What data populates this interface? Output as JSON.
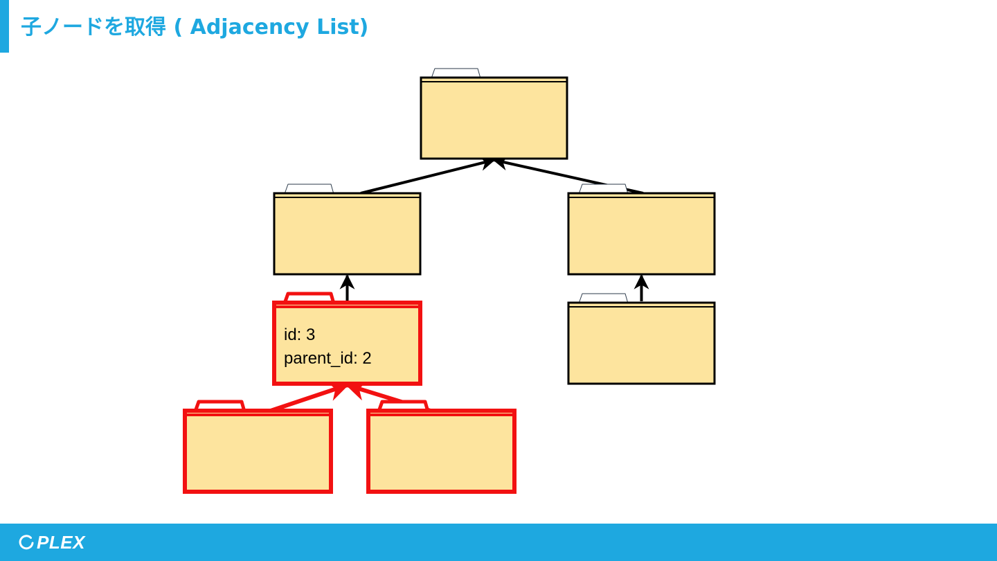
{
  "slide": {
    "title": "子ノードを取得 ( Adjacency List)"
  },
  "tree": {
    "nodes": [
      {
        "id": "root",
        "highlighted": false,
        "lines": []
      },
      {
        "id": "left-child",
        "highlighted": false,
        "lines": []
      },
      {
        "id": "right-child",
        "highlighted": false,
        "lines": []
      },
      {
        "id": "selected-node",
        "highlighted": true,
        "lines": [
          "id: 3",
          "parent_id: 2"
        ]
      },
      {
        "id": "right-grandchild",
        "highlighted": false,
        "lines": []
      },
      {
        "id": "selected-child-1",
        "highlighted": true,
        "lines": []
      },
      {
        "id": "selected-child-2",
        "highlighted": true,
        "lines": []
      }
    ],
    "edges": [
      {
        "from": "left-child",
        "to": "root",
        "highlighted": false
      },
      {
        "from": "right-child",
        "to": "root",
        "highlighted": false
      },
      {
        "from": "selected-node",
        "to": "left-child",
        "highlighted": false
      },
      {
        "from": "right-grandchild",
        "to": "right-child",
        "highlighted": false
      },
      {
        "from": "selected-child-1",
        "to": "selected-node",
        "highlighted": true
      },
      {
        "from": "selected-child-2",
        "to": "selected-node",
        "highlighted": true
      }
    ]
  },
  "colors": {
    "accent": "#1ea8e0",
    "folder_fill": "#fde49e",
    "folder_tab": "#ffffff",
    "normal_stroke": "#000000",
    "highlight_stroke": "#f21111"
  },
  "footer": {
    "logo_text": "PLEX",
    "logo_icon": "plex-logo-icon"
  }
}
